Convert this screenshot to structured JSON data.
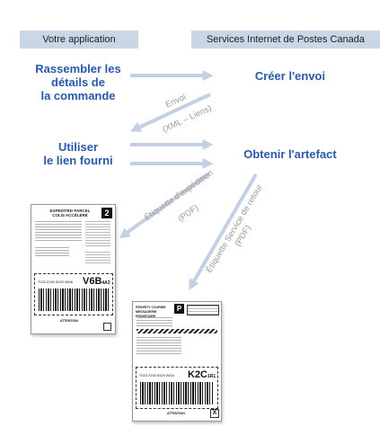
{
  "headers": {
    "left": "Votre application",
    "right": "Services Internet de Postes Canada"
  },
  "steps": {
    "gather": [
      "Rassembler les",
      "détails de",
      "la commande"
    ],
    "create": "Créer l'envoi",
    "use_link": [
      "Utiliser",
      "le lien fourni"
    ],
    "get_artifact": "Obtenir l'artefact"
  },
  "arrows": {
    "send": "Envoi",
    "send_sub": "(XML – Liens)",
    "shipping_label": "Étiquette d'expédition",
    "shipping_label_sub": "(PDF)",
    "return_label": "Étiquette Service de retour",
    "return_label_sub": "(PDF)"
  },
  "label1": {
    "title_line1": "EXPEDITED PARCEL",
    "title_line2": "COLIS ACCÉLÉRÉ",
    "service_number": "2",
    "tracking": "7023 2150 8320 0606",
    "fsa": "V6B",
    "fsa_suffix": "4A3",
    "attention": "ATTENTION"
  },
  "label2": {
    "title_line1": "PRIORITY COURIER",
    "title_line2": "MESSAGERIE PRIORITAIRE",
    "service_letter": "P",
    "tracking": "7023 2150 8320 0604",
    "fsa": "K2C",
    "fsa_suffix": "1R1",
    "attention": "ATTENTION",
    "checkbox_mark": "X"
  },
  "colors": {
    "header_bg": "#c9d6e6",
    "step_text": "#2a59a8",
    "arrow": "#c3cfe2",
    "arrow_text": "#9a9a9a"
  }
}
